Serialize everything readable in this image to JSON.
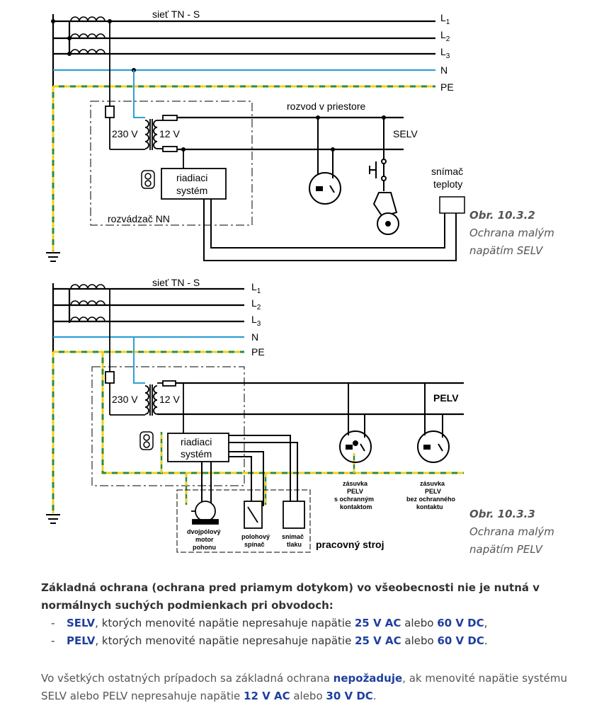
{
  "fig1": {
    "net_label": "sieť TN - S",
    "l1": "L",
    "l1_sub": "1",
    "l2": "L",
    "l2_sub": "2",
    "l3": "L",
    "l3_sub": "3",
    "n": "N",
    "pe": "PE",
    "distribution": "rozvod v priestore",
    "selv": "SELV",
    "v230": "230 V",
    "v12": "12 V",
    "control_1": "riadiaci",
    "control_2": "systém",
    "sensor_1": "snímač",
    "sensor_2": "teploty",
    "switchboard": "rozvádzač NN"
  },
  "caption1": {
    "number": "Obr. 10.3.2",
    "line1": "Ochrana malým",
    "line2": "napätím SELV"
  },
  "fig2": {
    "net_label": "sieť TN - S",
    "l1": "L",
    "l1_sub": "1",
    "l2": "L",
    "l2_sub": "2",
    "l3": "L",
    "l3_sub": "3",
    "n": "N",
    "pe": "PE",
    "pelv": "PELV",
    "v230": "230 V",
    "v12": "12 V",
    "control_1": "riadiaci",
    "control_2": "systém",
    "socket1_1": "zásuvka",
    "socket1_2": "PELV",
    "socket1_3": "s ochranným",
    "socket1_4": "kontaktom",
    "socket2_1": "zásuvka",
    "socket2_2": "PELV",
    "socket2_3": "bez ochranného",
    "socket2_4": "kontaktu",
    "motor_1": "dvojpólový",
    "motor_2": "motor",
    "motor_3": "pohonu",
    "limit_1": "polohový",
    "limit_2": "spínač",
    "pressure_1": "snímač",
    "pressure_2": "tlaku",
    "machine": "pracovný stroj"
  },
  "caption2": {
    "number": "Obr. 10.3.3",
    "line1": "Ochrana malým",
    "line2": "napätím PELV"
  },
  "paragraph1": {
    "intro": "Základná ochrana (ochrana pred priamym dotykom) vo všeobecnosti nie je nutná v normálnych suchých podmienkach pri obvodoch:",
    "items": [
      {
        "dash": "-",
        "term": "SELV",
        "mid": ", ktorých menovité napätie nepresahuje napätie ",
        "v1": "25 V AC",
        "or": " alebo ",
        "v2": "60 V DC",
        "end": ","
      },
      {
        "dash": "-",
        "term": "PELV",
        "mid": ", ktorých menovité napätie nepresahuje napätie ",
        "v1": "25 V AC",
        "or": " alebo ",
        "v2": "60 V DC",
        "end": "."
      }
    ]
  },
  "paragraph2": {
    "a": "Vo všetkých ostatných prípadoch sa základná ochrana ",
    "b": "nepožaduje",
    "c": ", ak menovité napätie systému SELV alebo PELV nepresahuje napätie ",
    "d": "12 V AC",
    "e": " alebo ",
    "f": "30 V DC",
    "g": "."
  },
  "colors": {
    "neutral": "#2f9fd8",
    "pe_green": "#2e8b3e",
    "pe_yellow": "#f2d01a",
    "highlight": "#1f3f9e"
  }
}
